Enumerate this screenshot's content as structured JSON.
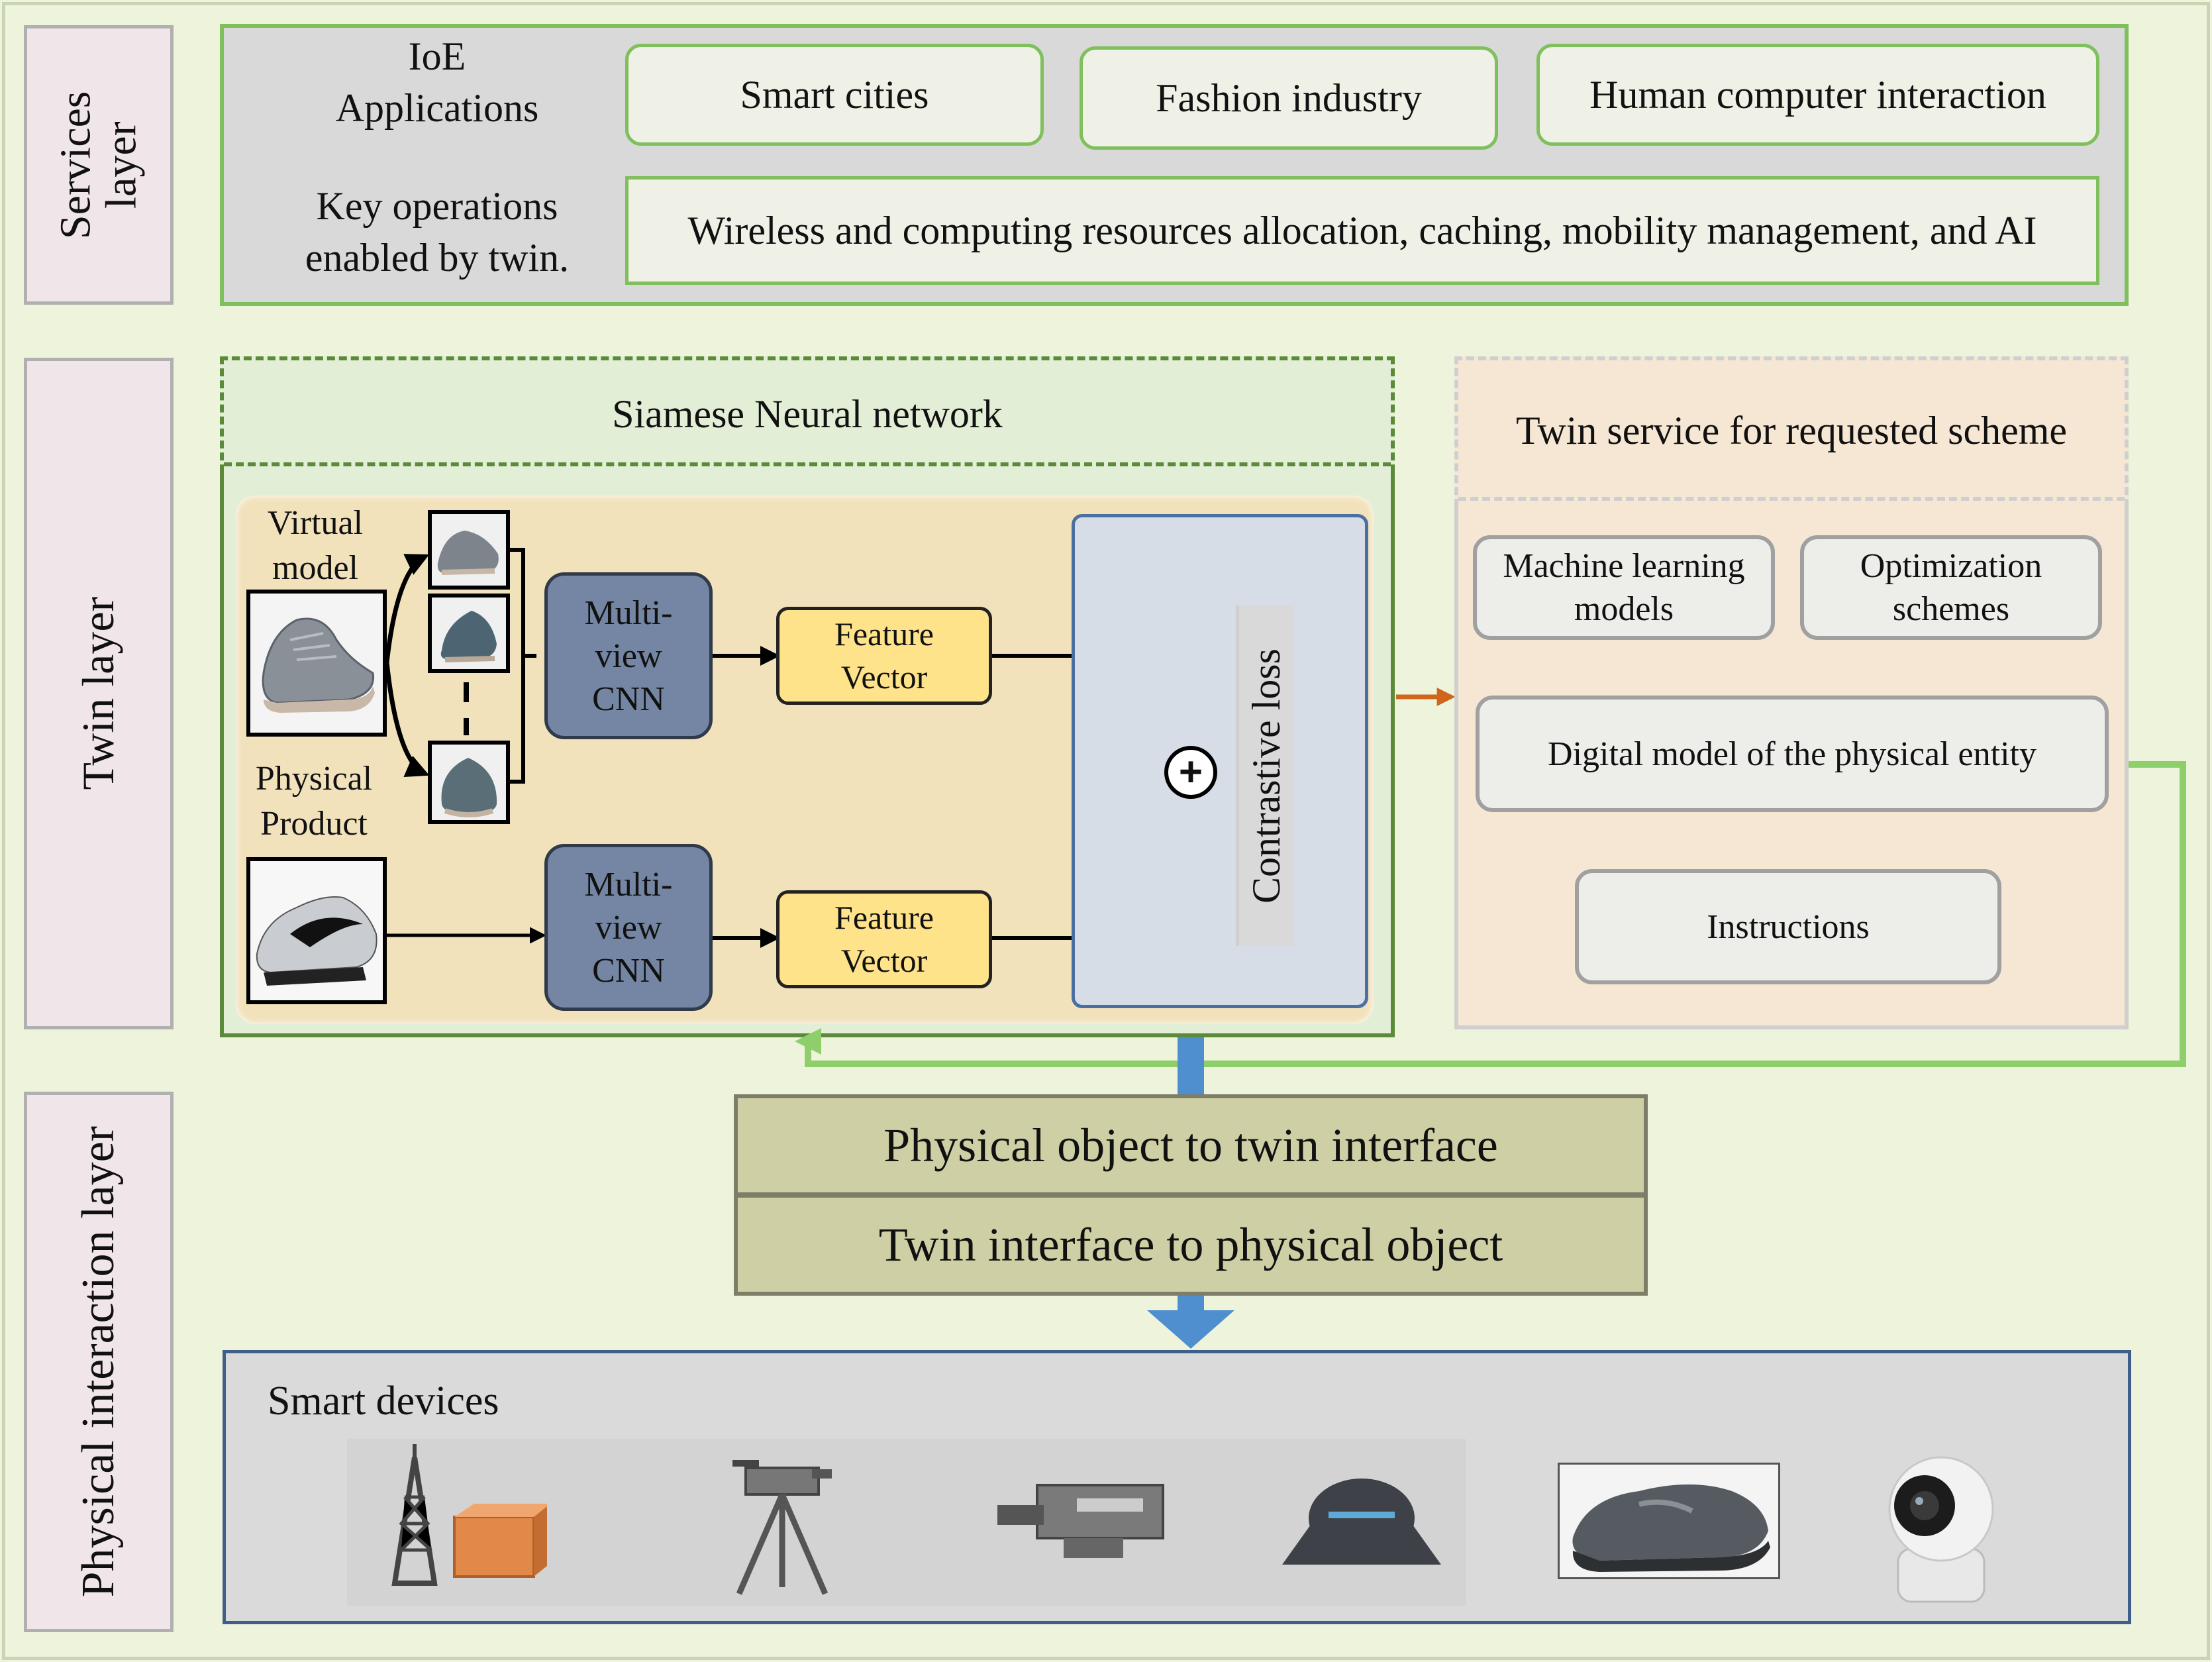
{
  "layers": {
    "services": "Services layer",
    "twin": "Twin layer",
    "physical": "Physical interaction layer"
  },
  "services": {
    "ioe_label": "IoE Applications",
    "apps": [
      "Smart cities",
      "Fashion industry",
      "Human computer interaction"
    ],
    "key_ops_label": "Key operations enabled by twin.",
    "key_ops_text": "Wireless and computing resources allocation, caching, mobility management, and AI"
  },
  "siamese": {
    "title": "Siamese Neural network",
    "virtual_model": "Virtual model",
    "physical_product": "Physical Product",
    "cnn_top": "Multi- view CNN",
    "cnn_bottom": "Multi- view CNN",
    "feature_top": "Feature Vector",
    "feature_bottom": "Feature Vector",
    "plus": "+",
    "contrastive": "Contrastive loss"
  },
  "twin_service": {
    "title": "Twin service for requested scheme",
    "ml": "Machine learning models",
    "opt": "Optimization schemes",
    "digital": "Digital model of the physical entity",
    "instructions": "Instructions"
  },
  "interfaces": {
    "top": "Physical object to twin interface",
    "bottom": "Twin interface to physical object"
  },
  "smart_devices": {
    "label": "Smart devices",
    "icons": [
      "tower-antenna-icon",
      "tripod-camera-icon",
      "video-camera-icon",
      "smart-scale-icon",
      "shoe-icon",
      "security-camera-icon"
    ]
  },
  "colors": {
    "background": "#eef4dc",
    "green_border": "#7fbf5c",
    "dashed_green": "#5b8a3a",
    "cnn_fill": "#7486a3",
    "feature_fill": "#ffe38a",
    "twin_service_fill": "#f5e7d4",
    "arrow_blue": "#4f8fcf",
    "arrow_orange": "#d0661c"
  }
}
